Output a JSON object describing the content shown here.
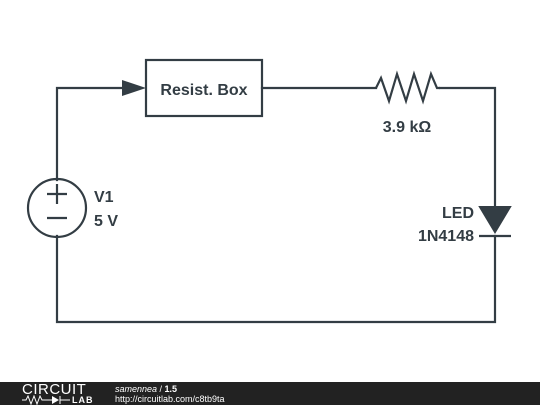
{
  "schematic": {
    "components": {
      "voltage_source": {
        "name": "V1",
        "value": "5 V"
      },
      "resist_box": {
        "label": "Resist. Box"
      },
      "resistor": {
        "value": "3.9 kΩ"
      },
      "led": {
        "name": "LED",
        "part": "1N4148"
      }
    },
    "colors": {
      "wire": "#333d44",
      "background": "#ffffff"
    }
  },
  "footer": {
    "logo_top": "CIRCUIT",
    "logo_bottom": "LAB",
    "author": "samennea",
    "separator": " / ",
    "version": "1.5",
    "url": "http://circuitlab.com/c8tb9ta",
    "background": "#222222"
  }
}
